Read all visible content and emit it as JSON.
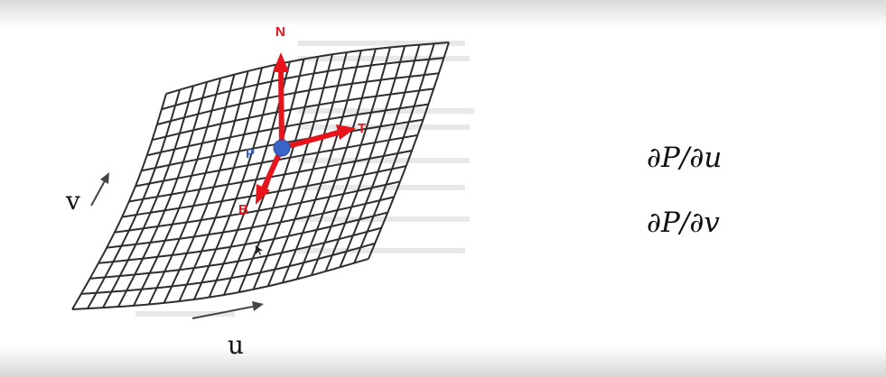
{
  "diagram": {
    "labels": {
      "normal": "N",
      "tangent": "T",
      "bitangent": "B",
      "point": "P",
      "u_axis": "u",
      "v_axis": "v"
    },
    "colors": {
      "vector": "#e8141c",
      "point_label": "#3461c1",
      "point_dot": "#3a64c8",
      "grid": "#2e2e2e"
    },
    "grid": {
      "rows": 14,
      "cols": 20
    }
  },
  "equations": {
    "dp_du": "∂P/∂u",
    "dp_dv": "∂P/∂v"
  }
}
